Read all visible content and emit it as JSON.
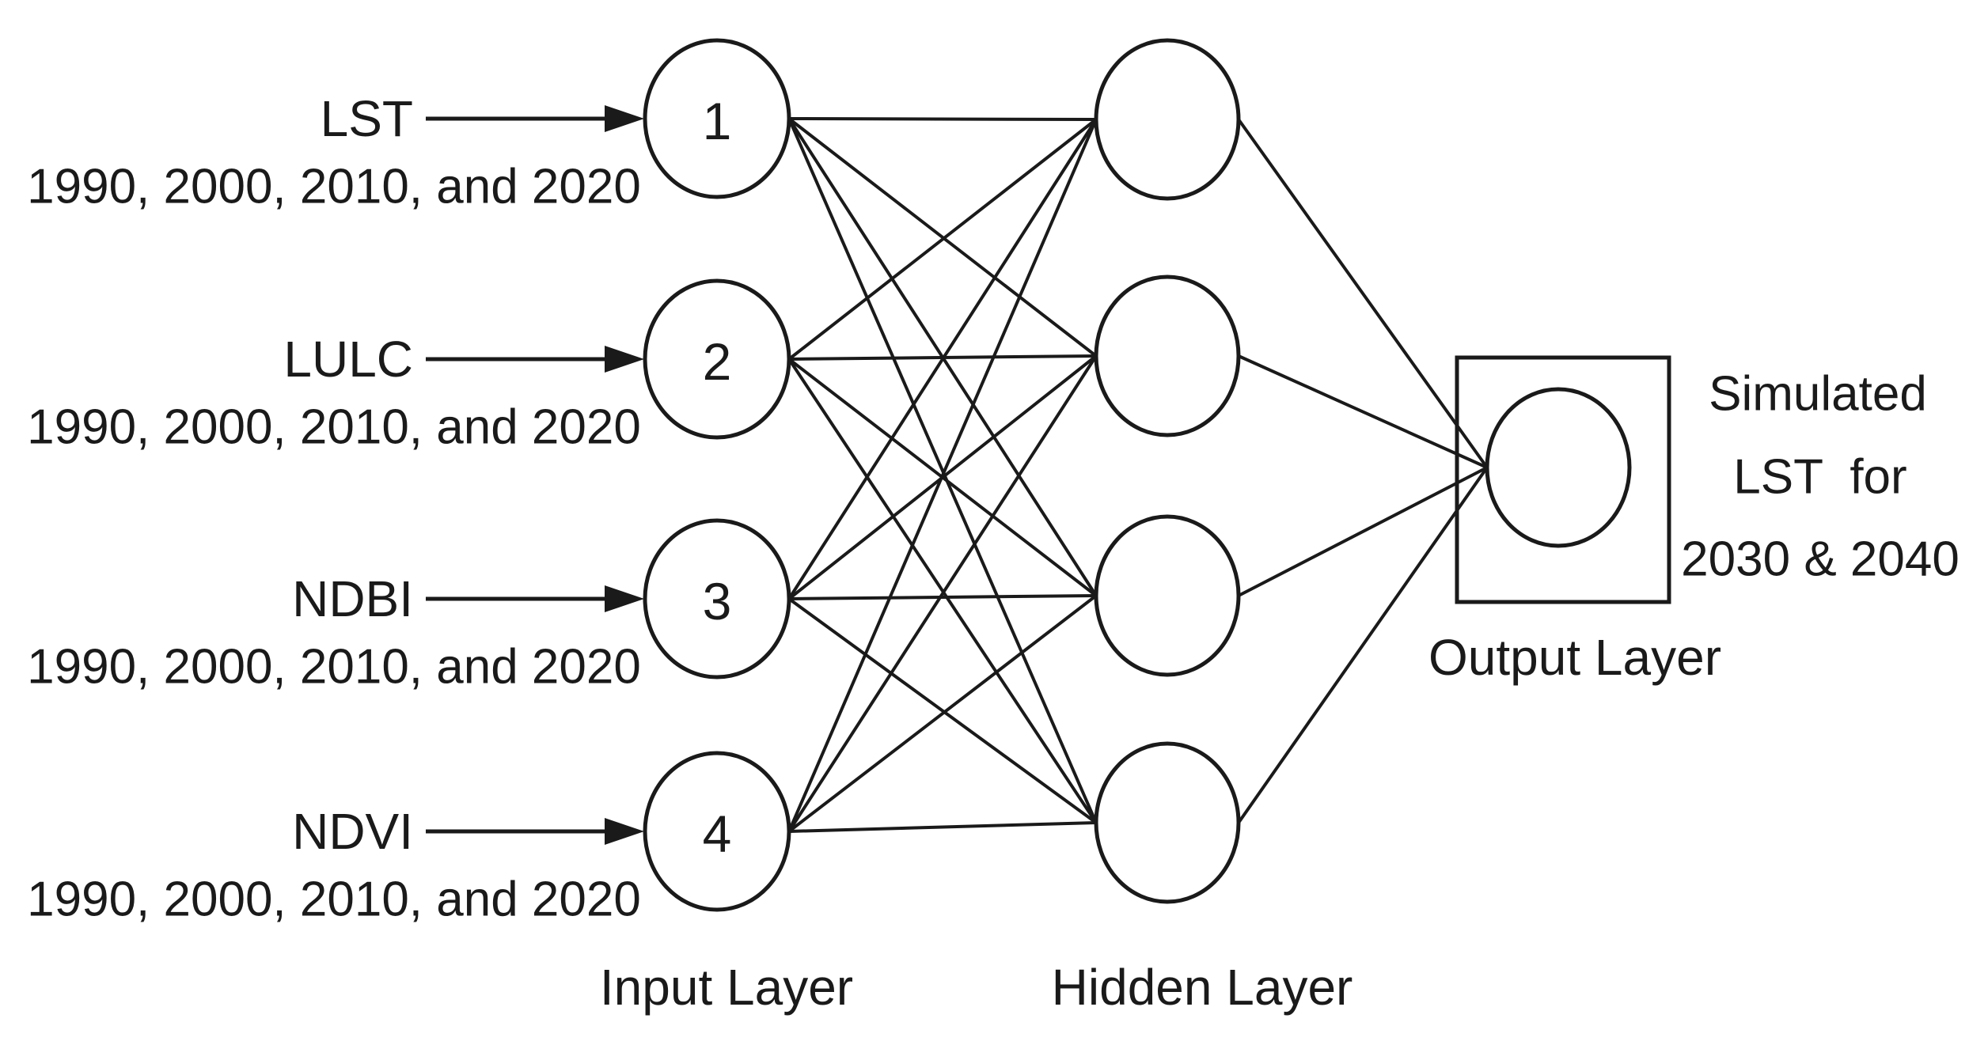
{
  "figure": {
    "type": "neural-network-diagram",
    "background": "#ffffff",
    "ink": "#1a1a1a",
    "inputs": [
      {
        "id": "1",
        "label": "LST",
        "years": "1990, 2000, 2010, and 2020"
      },
      {
        "id": "2",
        "label": "LULC",
        "years": "1990, 2000, 2010, and 2020"
      },
      {
        "id": "3",
        "label": "NDBI",
        "years": "1990, 2000, 2010, and 2020"
      },
      {
        "id": "4",
        "label": "NDVI",
        "years": "1990, 2000, 2010, and 2020"
      }
    ],
    "layers": {
      "input_label": "Input Layer",
      "hidden_label": "Hidden Layer",
      "output_label": "Output Layer",
      "input_node_count": 4,
      "hidden_node_count": 4,
      "output_node_count": 1
    },
    "output_annotation": [
      "Simulated",
      "LST  for",
      "2030 & 2040"
    ]
  }
}
